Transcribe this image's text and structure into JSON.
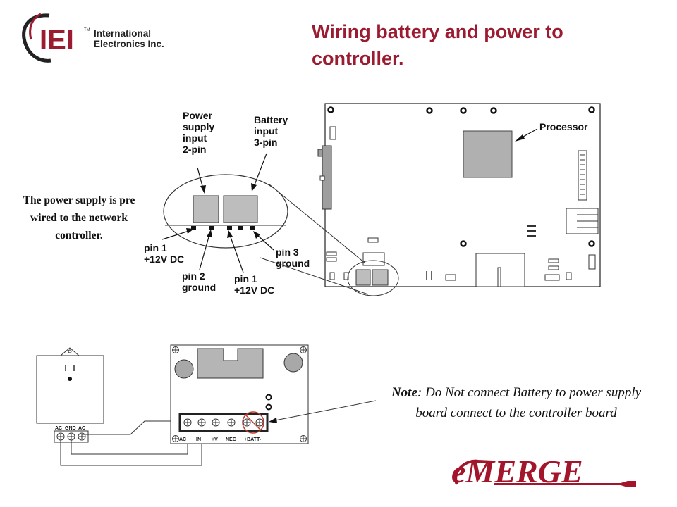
{
  "header": {
    "logo_mark": "IEI",
    "logo_tm": "TM",
    "company_line1": "International",
    "company_line2": "Electronics Inc.",
    "title": "Wiring battery and power to controller."
  },
  "labels": {
    "power_supply_input": [
      "Power",
      "supply",
      "input",
      "2-pin"
    ],
    "battery_input": [
      "Battery",
      "input",
      "3-pin"
    ],
    "processor": "Processor",
    "pin1_left": [
      "pin 1",
      "+12V DC"
    ],
    "pin2": [
      "pin 2",
      "ground"
    ],
    "pin1_right": [
      "pin 1",
      "+12V DC"
    ],
    "pin3": [
      "pin 3",
      "ground"
    ]
  },
  "notes": {
    "prewired": "The power supply is pre wired to the network controller.",
    "warning_prefix": "Note",
    "warning_text": ": Do Not connect Battery to power supply board connect to the controller board"
  },
  "terminal_board": {
    "terminal_labels": [
      "AC",
      "IN",
      "+V",
      "NEG",
      "+BATT-"
    ],
    "transformer_labels": [
      "AC",
      "GND",
      "AC"
    ]
  },
  "brand": {
    "logo": "eMERGE"
  },
  "colors": {
    "title": "#9b1b30",
    "brand_red": "#a3152a",
    "board_gray": "#bdbdbd",
    "chip_gray": "#b0b0b0",
    "line": "#222222"
  }
}
